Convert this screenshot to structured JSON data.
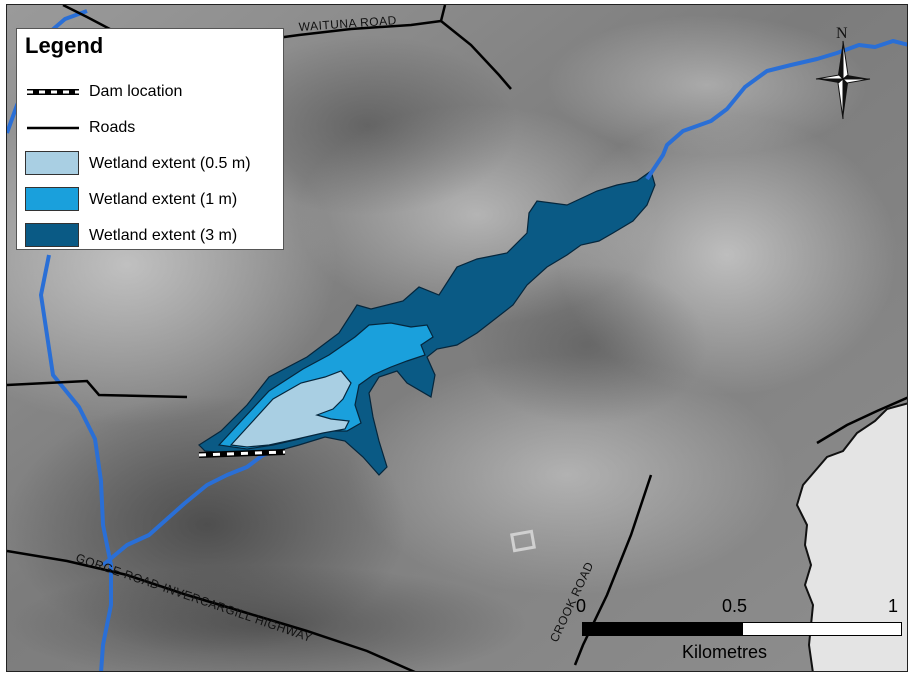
{
  "map": {
    "road_labels": {
      "waituna": "WAITUNA ROAD",
      "gorge": "GORGE ROAD-INVERCARGILL HIGHWAY",
      "crook": "CROOK ROAD"
    },
    "colors": {
      "river": "#2a6fd6",
      "road": "#000000",
      "extent_05": "#a9cfe3",
      "extent_1": "#1aa0dc",
      "extent_3": "#0a5a85",
      "terrain_dark": "#4d4d4d",
      "terrain_light": "#d6d6d6"
    }
  },
  "legend": {
    "title": "Legend",
    "items": [
      {
        "label": "Dam location",
        "symbol": "dashed-line"
      },
      {
        "label": "Roads",
        "symbol": "solid-line"
      },
      {
        "label": "Wetland extent (0.5 m)",
        "symbol": "box",
        "color": "#a9cfe3"
      },
      {
        "label": "Wetland extent (1 m)",
        "symbol": "box",
        "color": "#1aa0dc"
      },
      {
        "label": "Wetland extent (3 m)",
        "symbol": "box",
        "color": "#0a5a85"
      }
    ]
  },
  "north_arrow": {
    "letter": "N",
    "icon": "compass-north-arrow-icon"
  },
  "scale_bar": {
    "ticks": [
      "0",
      "0.5",
      "1"
    ],
    "unit": "Kilometres"
  }
}
